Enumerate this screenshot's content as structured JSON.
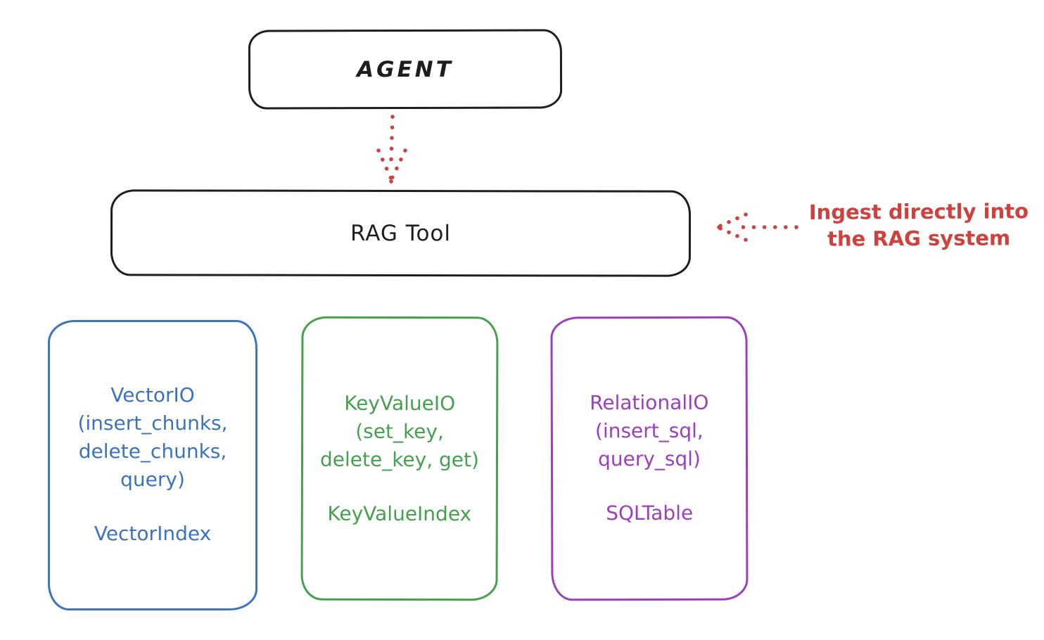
{
  "diagram": {
    "agent_box": {
      "label": "AGENT"
    },
    "rag_tool_box": {
      "label": "RAG Tool"
    },
    "annotation": {
      "line1": "Ingest directly into",
      "line2": "the RAG system"
    },
    "arrows": [
      {
        "name": "agent-to-rag-tool",
        "style": "dotted",
        "direction": "down",
        "color": "#ce413d"
      },
      {
        "name": "annotation-to-rag-tool",
        "style": "dotted",
        "direction": "left",
        "color": "#ce413d"
      }
    ],
    "stores": [
      {
        "id": "vector",
        "color": "#3b73c1",
        "lines": [
          "VectorIO",
          "(insert_chunks,",
          "delete_chunks,",
          "query)"
        ],
        "index_label": "VectorIndex"
      },
      {
        "id": "keyvalue",
        "color": "#46a04f",
        "lines": [
          "KeyValueIO",
          "(set_key,",
          "delete_key, get)"
        ],
        "index_label": "KeyValueIndex"
      },
      {
        "id": "relational",
        "color": "#9c3fbf",
        "lines": [
          "RelationalIO",
          "(insert_sql,",
          "query_sql)"
        ],
        "index_label": "SQLTable"
      }
    ],
    "colors": {
      "stroke": "#1e1e1e",
      "accent_red": "#ce413d",
      "background": "#ffffff"
    }
  }
}
